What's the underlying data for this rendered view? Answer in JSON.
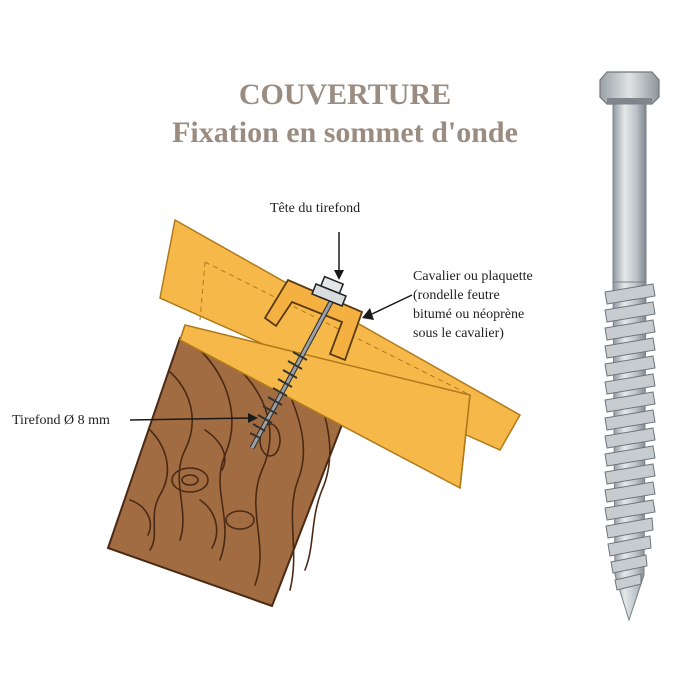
{
  "title": {
    "line1": "COUVERTURE",
    "line2": "Fixation en sommet d'onde"
  },
  "labels": {
    "head": "Tête du tirefond",
    "cavalier": [
      "Cavalier ou plaquette",
      "(rondelle feutre",
      "bitumé ou néoprène",
      "sous le cavalier)"
    ],
    "lag_screw": "Tirefond Ø 8 mm"
  },
  "colors": {
    "title": "#9a8c80",
    "sheet": "#f7b84a",
    "sheet_edge": "#b07a1c",
    "wood": "#a26c42",
    "wood_grain": "#4a2a14",
    "steel": "#c3c9cd"
  }
}
